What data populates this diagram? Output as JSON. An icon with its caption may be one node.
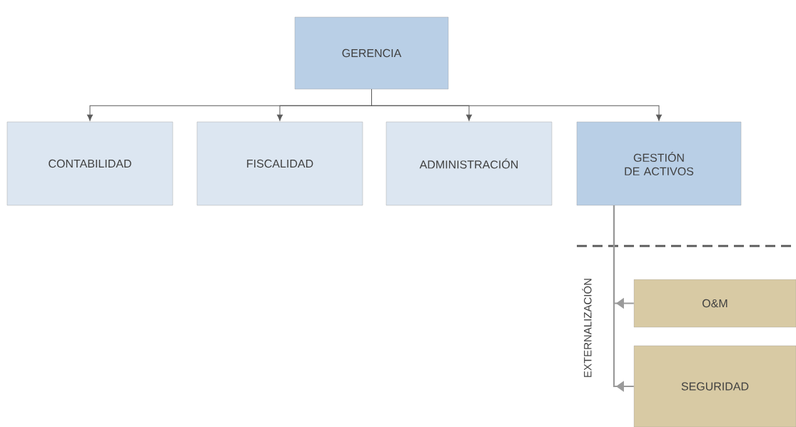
{
  "diagram": {
    "nodes": [
      {
        "text": [
          "GERENCIA"
        ]
      },
      {
        "text": [
          "CONTABILIDAD"
        ]
      },
      {
        "text": [
          "FISCALIDAD"
        ]
      },
      {
        "text": [
          "ADMINISTRACIÓN"
        ]
      },
      {
        "text": [
          "GESTIÓN DE ACTIVOS"
        ]
      },
      {
        "text": [
          "O&M"
        ]
      },
      {
        "text": [
          "SEGURIDAD"
        ]
      }
    ],
    "edges": [
      {
        "from": 0,
        "to": 1,
        "arrow": "to"
      },
      {
        "from": 0,
        "to": 2,
        "arrow": "to"
      },
      {
        "from": 0,
        "to": 3,
        "arrow": "to"
      },
      {
        "from": 0,
        "to": 4,
        "arrow": "to"
      },
      {
        "from": 5,
        "to": 4,
        "arrow": "to"
      },
      {
        "from": 6,
        "to": 4,
        "arrow": "to"
      }
    ],
    "labels": [
      "EXTERNALIZACIÓN"
    ]
  }
}
